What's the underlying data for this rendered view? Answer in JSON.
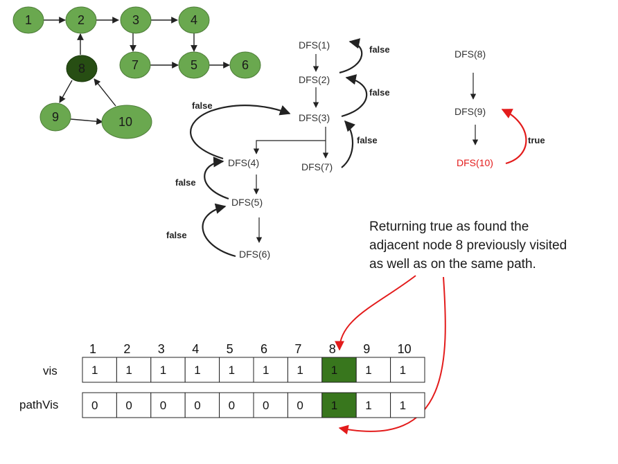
{
  "colors": {
    "node_fill": "#6aa84f",
    "node_highlight": "#274e13",
    "cell_highlight": "#38761d",
    "arrow_red": "#e31b1b",
    "line": "#222222"
  },
  "graph": {
    "nodes": [
      "1",
      "2",
      "3",
      "4",
      "5",
      "6",
      "7",
      "8",
      "9",
      "10"
    ]
  },
  "recursion": {
    "calls": [
      "DFS(1)",
      "DFS(2)",
      "DFS(3)",
      "DFS(4)",
      "DFS(5)",
      "DFS(6)",
      "DFS(7)",
      "DFS(8)",
      "DFS(9)",
      "DFS(10)"
    ],
    "edge_labels": [
      "false",
      "false",
      "false",
      "false",
      "false",
      "false",
      "true"
    ]
  },
  "annotation": {
    "lines": [
      "Returning true as found the",
      "adjacent node 8 previously visited",
      "as well as on the same path."
    ]
  },
  "table": {
    "columns": [
      "1",
      "2",
      "3",
      "4",
      "5",
      "6",
      "7",
      "8",
      "9",
      "10"
    ],
    "highlight_column": "8",
    "rows": [
      {
        "label": "vis",
        "values": [
          "1",
          "1",
          "1",
          "1",
          "1",
          "1",
          "1",
          "1",
          "1",
          "1"
        ]
      },
      {
        "label": "pathVis",
        "values": [
          "0",
          "0",
          "0",
          "0",
          "0",
          "0",
          "0",
          "1",
          "1",
          "1"
        ]
      }
    ]
  }
}
